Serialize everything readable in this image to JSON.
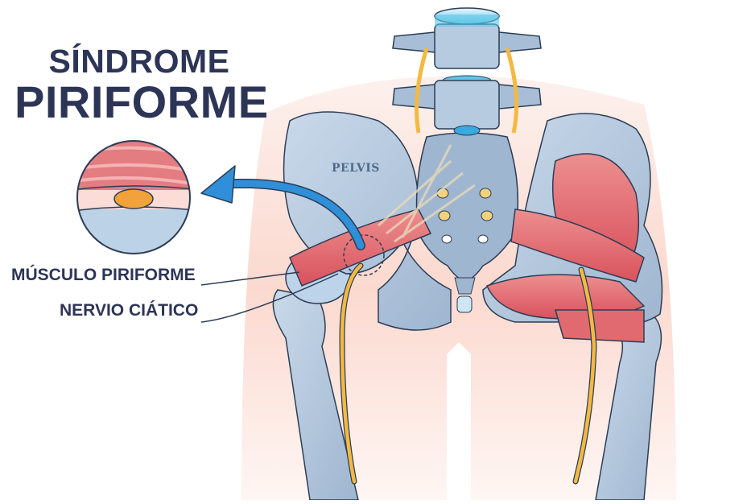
{
  "title": {
    "line1": "SÍNDROME",
    "line2": "PIRIFORME"
  },
  "labels": {
    "muscle": "MÚSCULO PIRIFORME",
    "nerve": "NERVIO CIÁTICO",
    "pelvis": "PELVIS"
  },
  "icons": {
    "arrow": "curved-arrow-left",
    "detail_circle": "magnified-cross-section"
  },
  "colors": {
    "title_text": "#2d3557",
    "bone": "#b7cbe0",
    "bone_dark": "#8fa8c4",
    "muscle": "#e0606a",
    "muscle_light": "#f0a3a3",
    "nerve": "#f4b942",
    "arrow": "#2f8fd8",
    "skin": "#fbe3dc",
    "disc": "#5fc6ea"
  }
}
